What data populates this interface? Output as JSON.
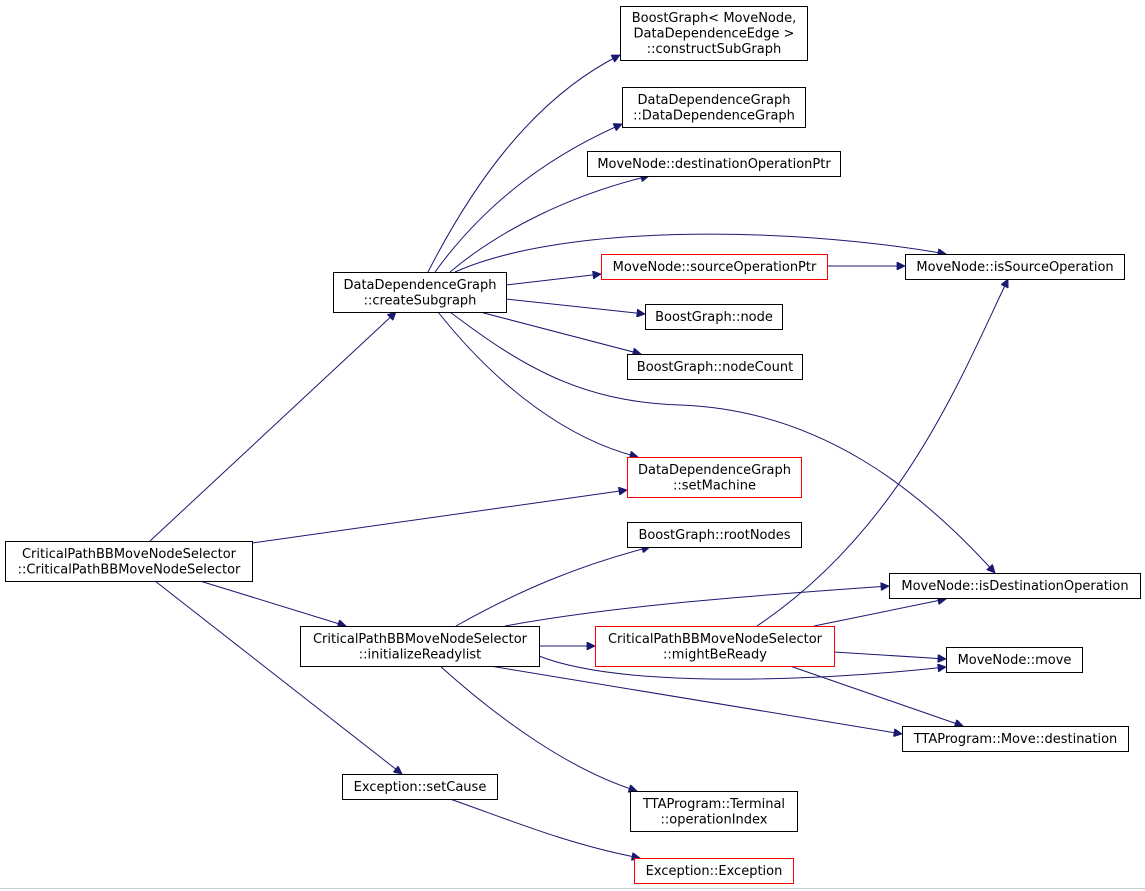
{
  "colors": {
    "edge": "#191970",
    "normal_border": "#000000",
    "incomplete_border": "#ff0000",
    "focus_fill": "#bfbfbf"
  },
  "nodes": {
    "root": {
      "lines": [
        "CriticalPathBBMoveNodeSelector",
        "::CriticalPathBBMoveNodeSelector"
      ],
      "style": "focus"
    },
    "create_subgraph": {
      "lines": [
        "DataDependenceGraph",
        "::createSubgraph"
      ],
      "style": "normal"
    },
    "init_readylist": {
      "lines": [
        "CriticalPathBBMoveNodeSelector",
        "::initializeReadylist"
      ],
      "style": "normal"
    },
    "exception_setcause": {
      "lines": [
        "Exception::setCause"
      ],
      "style": "normal"
    },
    "construct_subgraph": {
      "lines": [
        "BoostGraph< MoveNode,",
        "DataDependenceEdge >",
        "::constructSubGraph"
      ],
      "style": "normal"
    },
    "ddg_ctor": {
      "lines": [
        "DataDependenceGraph",
        "::DataDependenceGraph"
      ],
      "style": "normal"
    },
    "dest_op_ptr": {
      "lines": [
        "MoveNode::destinationOperationPtr"
      ],
      "style": "normal"
    },
    "src_op_ptr": {
      "lines": [
        "MoveNode::sourceOperationPtr"
      ],
      "style": "incomplete"
    },
    "is_source_op": {
      "lines": [
        "MoveNode::isSourceOperation"
      ],
      "style": "normal"
    },
    "bg_node": {
      "lines": [
        "BoostGraph::node"
      ],
      "style": "normal"
    },
    "bg_nodecount": {
      "lines": [
        "BoostGraph::nodeCount"
      ],
      "style": "normal"
    },
    "set_machine": {
      "lines": [
        "DataDependenceGraph",
        "::setMachine"
      ],
      "style": "incomplete"
    },
    "bg_rootnodes": {
      "lines": [
        "BoostGraph::rootNodes"
      ],
      "style": "normal"
    },
    "is_dest_op": {
      "lines": [
        "MoveNode::isDestinationOperation"
      ],
      "style": "normal"
    },
    "might_be_ready": {
      "lines": [
        "CriticalPathBBMoveNodeSelector",
        "::mightBeReady"
      ],
      "style": "incomplete"
    },
    "movenode_move": {
      "lines": [
        "MoveNode::move"
      ],
      "style": "normal"
    },
    "tta_destination": {
      "lines": [
        "TTAProgram::Move::destination"
      ],
      "style": "normal"
    },
    "operation_index": {
      "lines": [
        "TTAProgram::Terminal",
        "::operationIndex"
      ],
      "style": "normal"
    },
    "exception_ctor": {
      "lines": [
        "Exception::Exception"
      ],
      "style": "incomplete"
    }
  },
  "edges": [
    [
      "root",
      "create_subgraph"
    ],
    [
      "root",
      "set_machine"
    ],
    [
      "root",
      "init_readylist"
    ],
    [
      "root",
      "exception_setcause"
    ],
    [
      "create_subgraph",
      "construct_subgraph"
    ],
    [
      "create_subgraph",
      "ddg_ctor"
    ],
    [
      "create_subgraph",
      "dest_op_ptr"
    ],
    [
      "create_subgraph",
      "is_source_op"
    ],
    [
      "create_subgraph",
      "src_op_ptr"
    ],
    [
      "create_subgraph",
      "bg_node"
    ],
    [
      "create_subgraph",
      "bg_nodecount"
    ],
    [
      "create_subgraph",
      "set_machine"
    ],
    [
      "create_subgraph",
      "is_dest_op"
    ],
    [
      "src_op_ptr",
      "is_source_op"
    ],
    [
      "init_readylist",
      "bg_rootnodes"
    ],
    [
      "init_readylist",
      "is_dest_op"
    ],
    [
      "init_readylist",
      "might_be_ready"
    ],
    [
      "init_readylist",
      "movenode_move"
    ],
    [
      "init_readylist",
      "tta_destination"
    ],
    [
      "init_readylist",
      "operation_index"
    ],
    [
      "might_be_ready",
      "is_source_op"
    ],
    [
      "might_be_ready",
      "is_dest_op"
    ],
    [
      "might_be_ready",
      "movenode_move"
    ],
    [
      "might_be_ready",
      "tta_destination"
    ],
    [
      "exception_setcause",
      "exception_ctor"
    ]
  ]
}
